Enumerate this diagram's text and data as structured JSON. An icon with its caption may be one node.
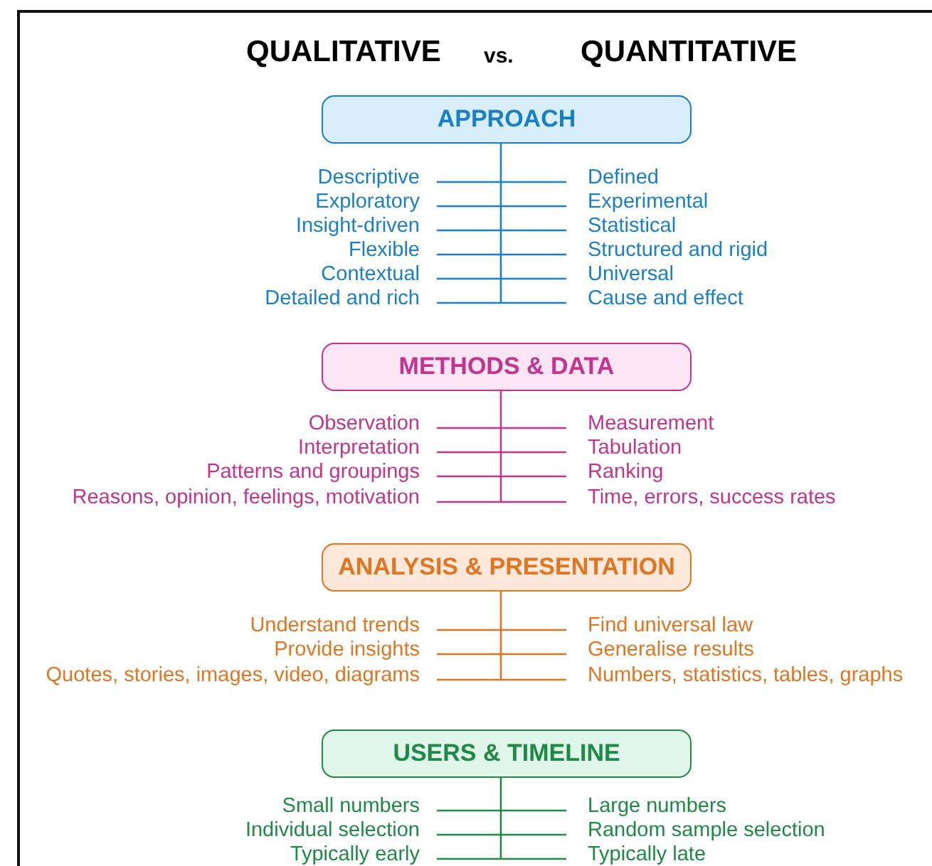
{
  "diagram": {
    "nodes": [
      {
        "text": [
          "APPROACH"
        ]
      },
      {
        "text": [
          "METHODS & DATA"
        ]
      },
      {
        "text": [
          "ANALYSIS & PRESENTATION"
        ]
      },
      {
        "text": [
          "USERS & TIMELINE"
        ]
      }
    ],
    "labels": [
      "QUALITATIVE",
      "vs.",
      "QUANTITATIVE",
      "Descriptive",
      "Defined",
      "Exploratory",
      "Experimental",
      "Insight-driven",
      "Statistical",
      "Flexible",
      "Structured and rigid",
      "Contextual",
      "Universal",
      "Detailed and rich",
      "Cause and effect",
      "Observation",
      "Measurement",
      "Interpretation",
      "Tabulation",
      "Patterns and groupings",
      "Ranking",
      "Reasons, opinion, feelings, motivation",
      "Time, errors, success rates",
      "Understand trends",
      "Find universal law",
      "Provide insights",
      "Generalise results",
      "Quotes, stories, images, video, diagrams",
      "Numbers, statistics, tables, graphs",
      "Small numbers",
      "Large numbers",
      "Individual selection",
      "Random sample selection",
      "Typically early",
      "Typically late"
    ]
  }
}
